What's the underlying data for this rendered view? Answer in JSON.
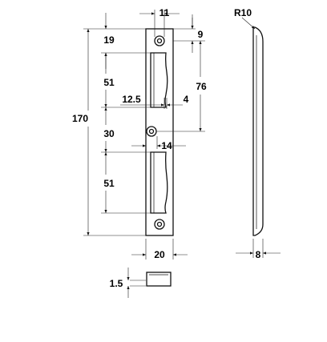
{
  "drawing": {
    "dimensions": {
      "overall_height": "170",
      "top_to_hole": "19",
      "upper_opening": "51",
      "middle_gap": "30",
      "lower_opening": "51",
      "hole_spacing": "76",
      "top_hole_width": "11",
      "top_hole_offset": "9",
      "latch_depth": "12.5",
      "latch_lip": "4",
      "center_hole_width": "14",
      "plate_width": "20",
      "side_radius": "R10",
      "side_thickness": "8",
      "section_thickness": "1.5"
    }
  }
}
